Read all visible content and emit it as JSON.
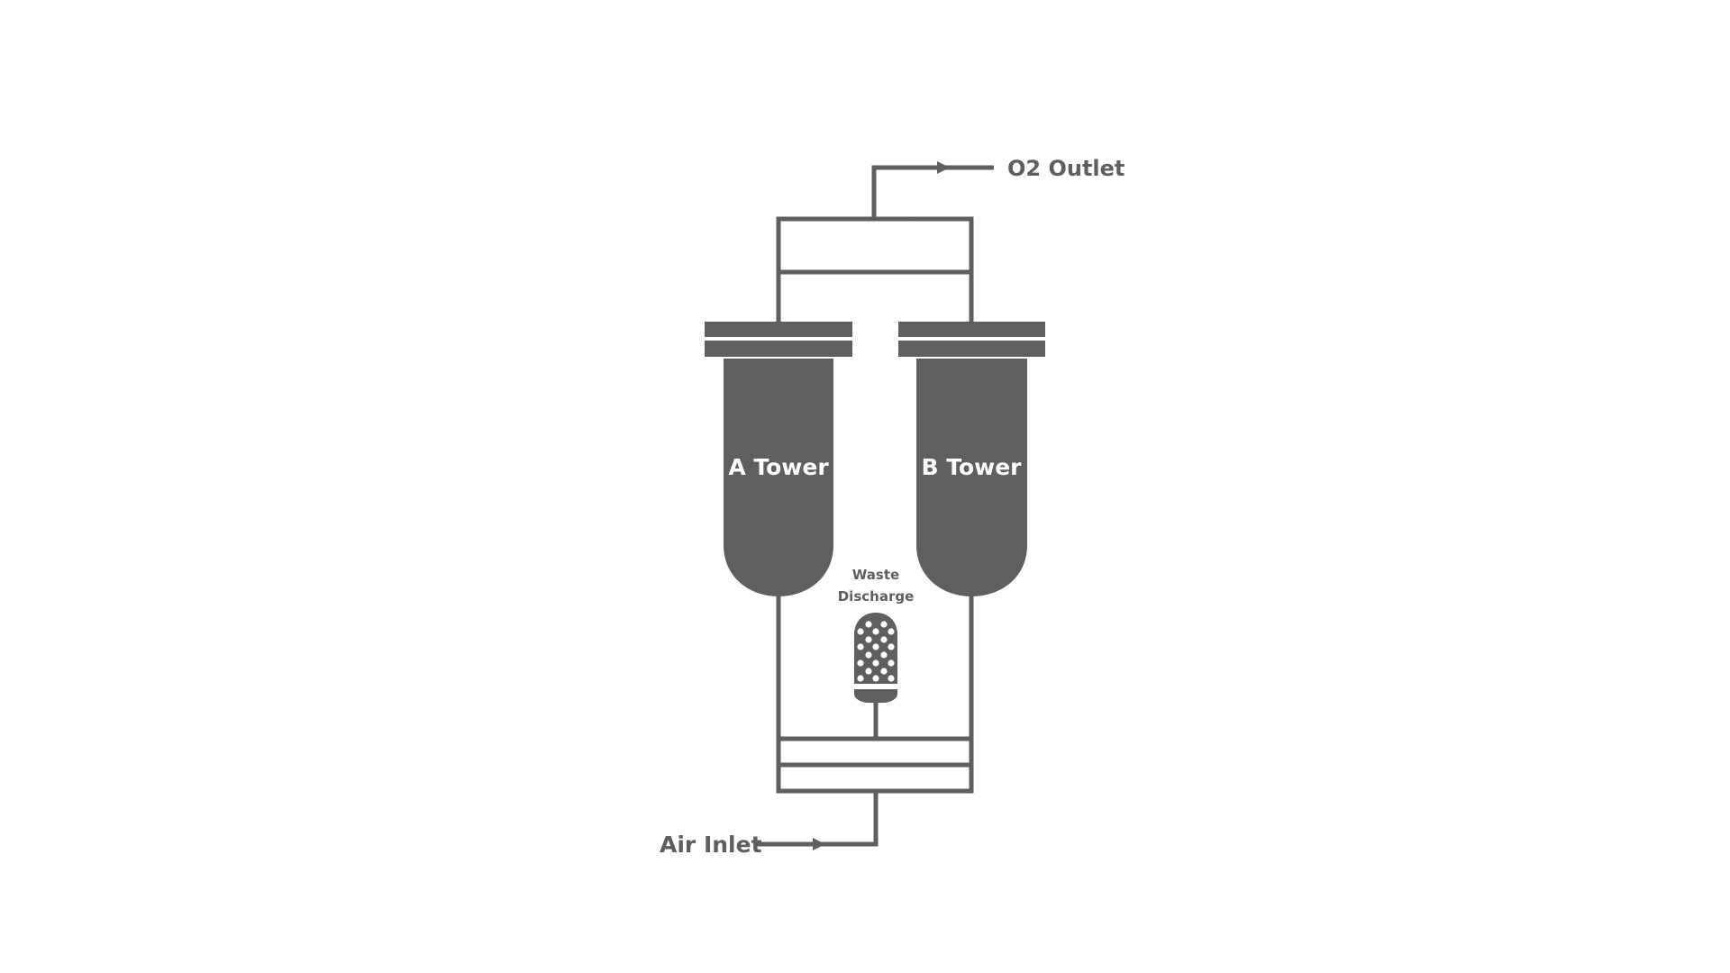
{
  "diagram": {
    "labels": {
      "o2_outlet": "O2 Outlet",
      "air_inlet": "Air Inlet",
      "tower_a": "A Tower",
      "tower_b": "B Tower",
      "waste_line1": "Waste",
      "waste_line2": "Discharge"
    },
    "colors": {
      "stroke": "#5f5f5f",
      "background": "#ffffff",
      "tower_text": "#ffffff"
    }
  }
}
